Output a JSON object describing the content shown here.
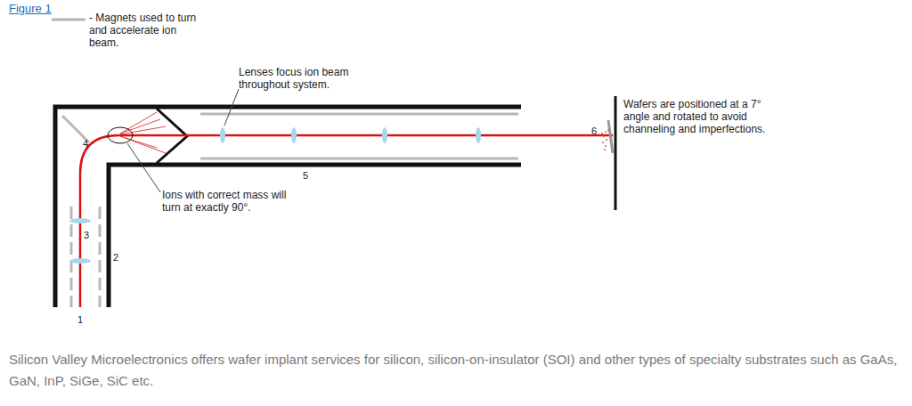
{
  "diagram": {
    "title": "Figure 1",
    "caption": "Silicon Valley Microelectronics offers wafer implant services for silicon, silicon-on-insulator (SOI) and other types of specialty substrates such as GaAs, GaN, InP, SiGe, SiC etc.",
    "labels": [
      "Lenses focus ion beam throughout system.",
      "Ions with correct mass will turn at exactly 90°.",
      "Wafers are positioned at a 7° angle and rotated to avoid channeling and imperfections.",
      "1",
      "2",
      "3",
      "4",
      "5",
      "6"
    ],
    "legend": [
      {
        "text": "- Magnets used to turn and accelerate ion beam."
      }
    ]
  }
}
